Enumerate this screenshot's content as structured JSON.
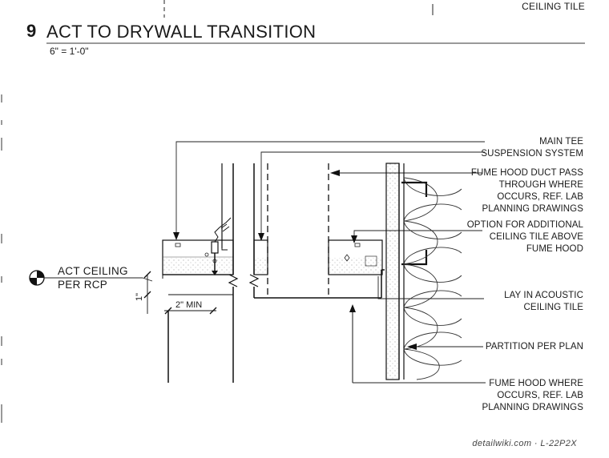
{
  "header": {
    "top_right_label": "CEILING TILE"
  },
  "title_block": {
    "detail_number": "9",
    "title": "ACT TO DRYWALL TRANSITION",
    "scale": "6\" = 1'-0\""
  },
  "callouts": {
    "main_tee": [
      "MAIN TEE",
      "SUSPENSION SYSTEM"
    ],
    "fume_hood_duct": [
      "FUME HOOD DUCT PASS",
      "THROUGH WHERE",
      "OCCURS, REF. LAB",
      "PLANNING DRAWINGS"
    ],
    "additional_tile": [
      "OPTION FOR ADDITIONAL",
      "CEILING TILE ABOVE",
      "FUME HOOD"
    ],
    "lay_in_tile": [
      "LAY IN ACOUSTIC",
      "CEILING TILE"
    ],
    "partition": [
      "PARTITION PER PLAN"
    ],
    "fume_hood": [
      "FUME HOOD WHERE",
      "OCCURS, REF. LAB",
      "PLANNING DRAWINGS"
    ]
  },
  "elevation_marker": {
    "line1": "ACT CEILING",
    "line2": "PER RCP"
  },
  "dimensions": {
    "min_gap": "2\" MIN",
    "offset": "1\""
  },
  "footer": {
    "credit": "detailwiki.com · L-22P2X"
  }
}
